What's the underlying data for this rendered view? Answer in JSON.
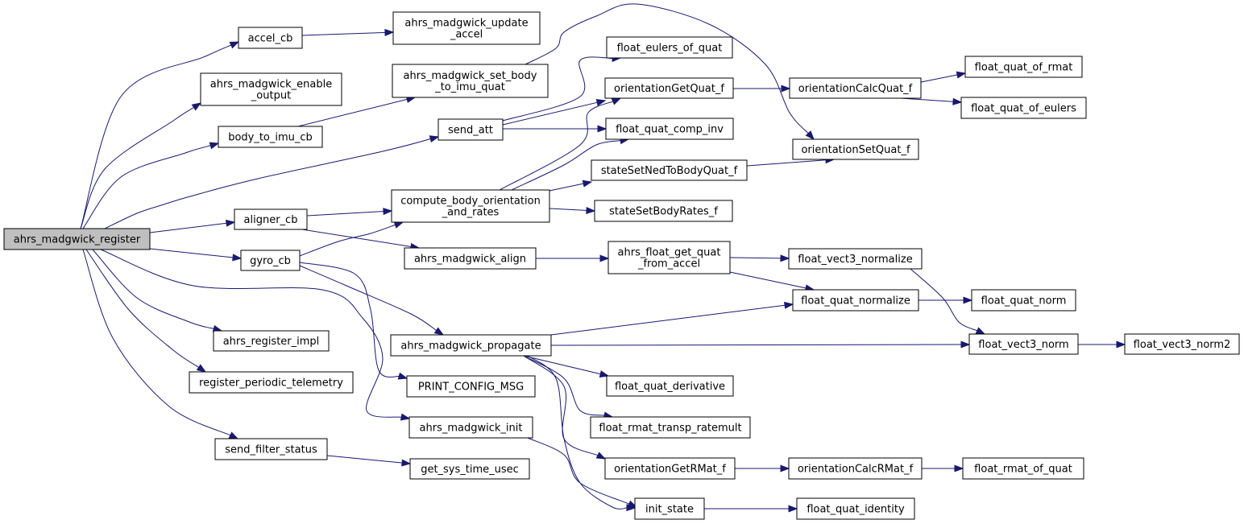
{
  "graph": {
    "edge_color": "#191970",
    "root_fill": "#bfbfbf",
    "nodes": [
      {
        "id": "n0",
        "lines": [
          "ahrs_madgwick_register"
        ],
        "root": true
      },
      {
        "id": "n1",
        "lines": [
          "accel_cb"
        ]
      },
      {
        "id": "n2",
        "lines": [
          "ahrs_madgwick_update",
          "_accel"
        ]
      },
      {
        "id": "n3",
        "lines": [
          "ahrs_madgwick_enable",
          "_output"
        ]
      },
      {
        "id": "n4",
        "lines": [
          "ahrs_madgwick_set_body",
          "_to_imu_quat"
        ]
      },
      {
        "id": "n5",
        "lines": [
          "orientationSetQuat_f"
        ]
      },
      {
        "id": "n6",
        "lines": [
          "body_to_imu_cb"
        ]
      },
      {
        "id": "n7",
        "lines": [
          "send_att"
        ]
      },
      {
        "id": "n8",
        "lines": [
          "float_eulers_of_quat"
        ]
      },
      {
        "id": "n9",
        "lines": [
          "orientationGetQuat_f"
        ]
      },
      {
        "id": "n10",
        "lines": [
          "orientationCalcQuat_f"
        ]
      },
      {
        "id": "n11",
        "lines": [
          "float_quat_of_rmat"
        ]
      },
      {
        "id": "n12",
        "lines": [
          "float_quat_of_eulers"
        ]
      },
      {
        "id": "n13",
        "lines": [
          "float_quat_comp_inv"
        ]
      },
      {
        "id": "n14",
        "lines": [
          "stateSetNedToBodyQuat_f"
        ]
      },
      {
        "id": "n15",
        "lines": [
          "compute_body_orientation",
          "_and_rates"
        ]
      },
      {
        "id": "n16",
        "lines": [
          "stateSetBodyRates_f"
        ]
      },
      {
        "id": "n17",
        "lines": [
          "aligner_cb"
        ]
      },
      {
        "id": "n18",
        "lines": [
          "ahrs_madgwick_align"
        ]
      },
      {
        "id": "n19",
        "lines": [
          "ahrs_float_get_quat",
          "_from_accel"
        ]
      },
      {
        "id": "n20",
        "lines": [
          "float_vect3_normalize"
        ]
      },
      {
        "id": "n21",
        "lines": [
          "gyro_cb"
        ]
      },
      {
        "id": "n22",
        "lines": [
          "float_quat_normalize"
        ]
      },
      {
        "id": "n23",
        "lines": [
          "float_quat_norm"
        ]
      },
      {
        "id": "n24",
        "lines": [
          "ahrs_madgwick_propagate"
        ]
      },
      {
        "id": "n25",
        "lines": [
          "float_vect3_norm"
        ]
      },
      {
        "id": "n26",
        "lines": [
          "float_vect3_norm2"
        ]
      },
      {
        "id": "n27",
        "lines": [
          "ahrs_register_impl"
        ]
      },
      {
        "id": "n28",
        "lines": [
          "register_periodic_telemetry"
        ]
      },
      {
        "id": "n29",
        "lines": [
          "PRINT_CONFIG_MSG"
        ]
      },
      {
        "id": "n30",
        "lines": [
          "float_quat_derivative"
        ]
      },
      {
        "id": "n31",
        "lines": [
          "ahrs_madgwick_init"
        ]
      },
      {
        "id": "n32",
        "lines": [
          "float_rmat_transp_ratemult"
        ]
      },
      {
        "id": "n33",
        "lines": [
          "send_filter_status"
        ]
      },
      {
        "id": "n34",
        "lines": [
          "get_sys_time_usec"
        ]
      },
      {
        "id": "n35",
        "lines": [
          "orientationGetRMat_f"
        ]
      },
      {
        "id": "n36",
        "lines": [
          "orientationCalcRMat_f"
        ]
      },
      {
        "id": "n37",
        "lines": [
          "float_rmat_of_quat"
        ]
      },
      {
        "id": "n38",
        "lines": [
          "init_state"
        ]
      },
      {
        "id": "n39",
        "lines": [
          "float_quat_identity"
        ]
      }
    ],
    "edges": [
      {
        "from": "n0",
        "to": "n1"
      },
      {
        "from": "n0",
        "to": "n3"
      },
      {
        "from": "n0",
        "to": "n6"
      },
      {
        "from": "n0",
        "to": "n7"
      },
      {
        "from": "n0",
        "to": "n17"
      },
      {
        "from": "n0",
        "to": "n21"
      },
      {
        "from": "n0",
        "to": "n27"
      },
      {
        "from": "n0",
        "to": "n28"
      },
      {
        "from": "n0",
        "to": "n31"
      },
      {
        "from": "n0",
        "to": "n33"
      },
      {
        "from": "n1",
        "to": "n2"
      },
      {
        "from": "n6",
        "to": "n4"
      },
      {
        "from": "n4",
        "to": "n5"
      },
      {
        "from": "n7",
        "to": "n8"
      },
      {
        "from": "n7",
        "to": "n9"
      },
      {
        "from": "n7",
        "to": "n13"
      },
      {
        "from": "n9",
        "to": "n10"
      },
      {
        "from": "n10",
        "to": "n11"
      },
      {
        "from": "n10",
        "to": "n12"
      },
      {
        "from": "n14",
        "to": "n5"
      },
      {
        "from": "n15",
        "to": "n9"
      },
      {
        "from": "n15",
        "to": "n13"
      },
      {
        "from": "n15",
        "to": "n14"
      },
      {
        "from": "n15",
        "to": "n16"
      },
      {
        "from": "n17",
        "to": "n15"
      },
      {
        "from": "n17",
        "to": "n18"
      },
      {
        "from": "n18",
        "to": "n19"
      },
      {
        "from": "n19",
        "to": "n20"
      },
      {
        "from": "n19",
        "to": "n22"
      },
      {
        "from": "n20",
        "to": "n25"
      },
      {
        "from": "n22",
        "to": "n23"
      },
      {
        "from": "n21",
        "to": "n15"
      },
      {
        "from": "n21",
        "to": "n24"
      },
      {
        "from": "n21",
        "to": "n29"
      },
      {
        "from": "n24",
        "to": "n22"
      },
      {
        "from": "n24",
        "to": "n25"
      },
      {
        "from": "n25",
        "to": "n26"
      },
      {
        "from": "n24",
        "to": "n30"
      },
      {
        "from": "n24",
        "to": "n32"
      },
      {
        "from": "n24",
        "to": "n35"
      },
      {
        "from": "n24",
        "to": "n38"
      },
      {
        "from": "n35",
        "to": "n36"
      },
      {
        "from": "n36",
        "to": "n37"
      },
      {
        "from": "n31",
        "to": "n38"
      },
      {
        "from": "n38",
        "to": "n39"
      },
      {
        "from": "n33",
        "to": "n34"
      }
    ]
  }
}
